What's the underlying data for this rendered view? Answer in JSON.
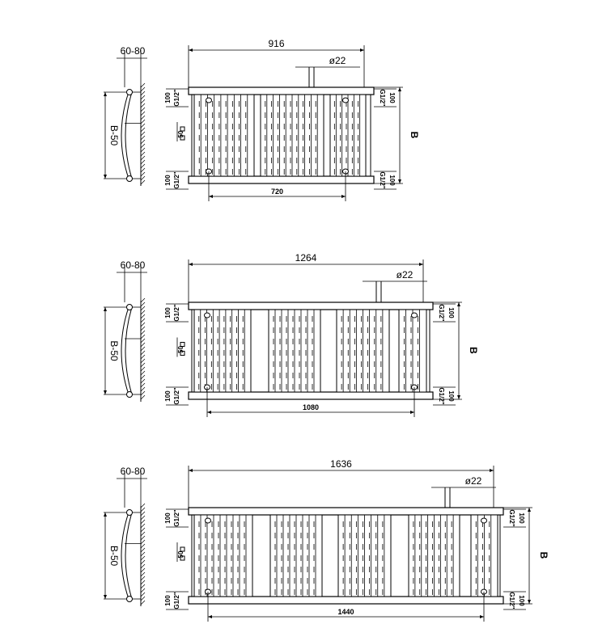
{
  "drawings": [
    {
      "overall_width_label": "916",
      "connection_spacing_label": "720",
      "pipe_diameter_label": "ø22",
      "height_label": "B",
      "wall_distance_label": "60-80",
      "bracket_height_label": "B-50",
      "thread_label": "G1/2\"",
      "edge_offset_label": "100",
      "valve_offset_label": "50",
      "sections": 3
    },
    {
      "overall_width_label": "1264",
      "connection_spacing_label": "1080",
      "pipe_diameter_label": "ø22",
      "height_label": "B",
      "wall_distance_label": "60-80",
      "bracket_height_label": "B-50",
      "thread_label": "G1/2\"",
      "edge_offset_label": "100",
      "valve_offset_label": "50",
      "sections": 4
    },
    {
      "overall_width_label": "1636",
      "connection_spacing_label": "1440",
      "pipe_diameter_label": "ø22",
      "height_label": "B",
      "wall_distance_label": "60-80",
      "bracket_height_label": "B-50",
      "thread_label": "G1/2\"",
      "edge_offset_label": "100",
      "valve_offset_label": "50",
      "sections": 5
    }
  ]
}
